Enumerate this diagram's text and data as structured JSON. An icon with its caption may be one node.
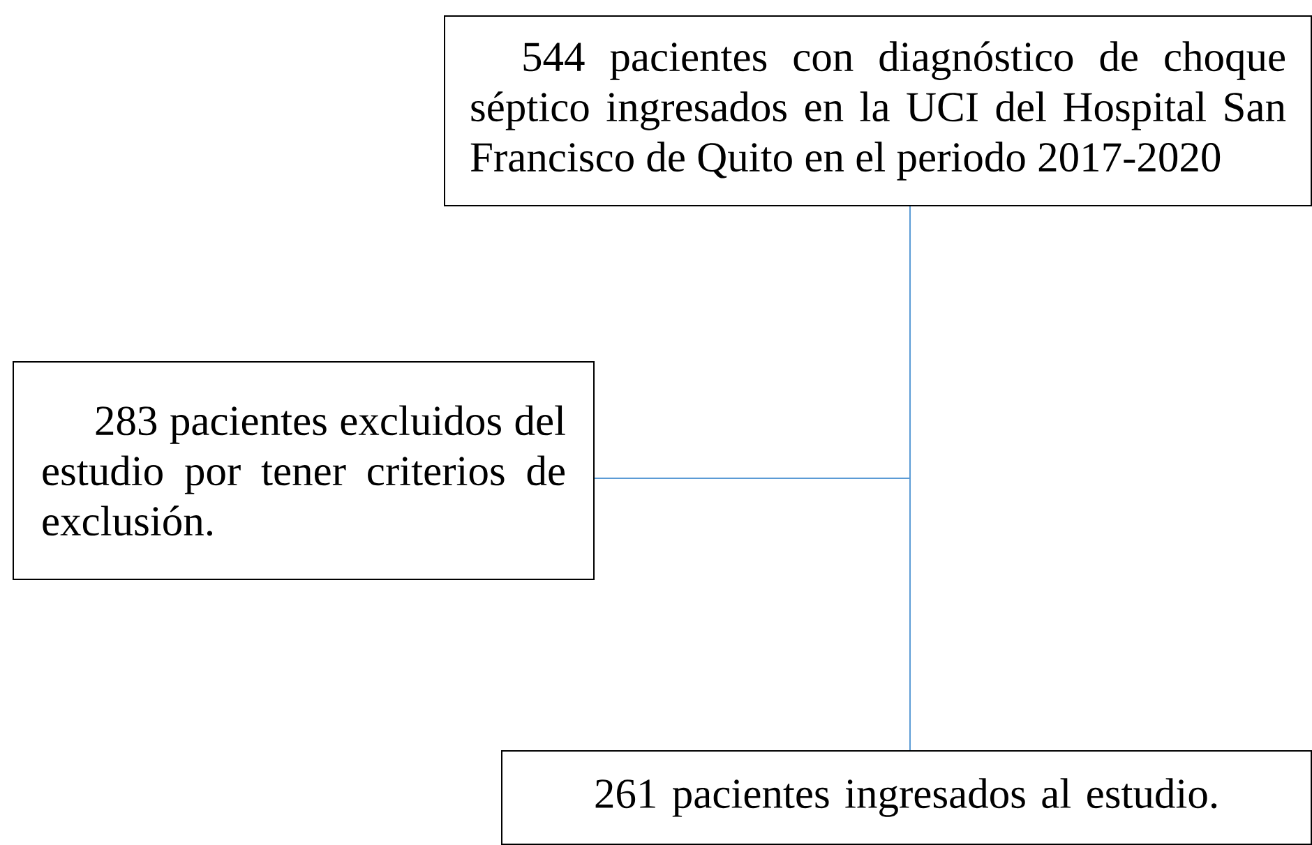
{
  "diagram": {
    "nodes": [
      {
        "text": [
          "544 pacientes con diagnóstico de choque séptico ingresados en la UCI del Hospital San Francisco de Quito en el periodo 2017-2020"
        ]
      },
      {
        "text": [
          "283 pacientes excluidos del estudio por tener criterios de exclusión."
        ]
      },
      {
        "text": [
          "261 pacientes ingresados al estudio."
        ]
      }
    ],
    "edges": [
      {
        "from": 0,
        "to": 1,
        "arrow": "none",
        "color": "#5b9bd5"
      },
      {
        "from": 0,
        "to": 2,
        "arrow": "none",
        "color": "#5b9bd5"
      }
    ]
  }
}
